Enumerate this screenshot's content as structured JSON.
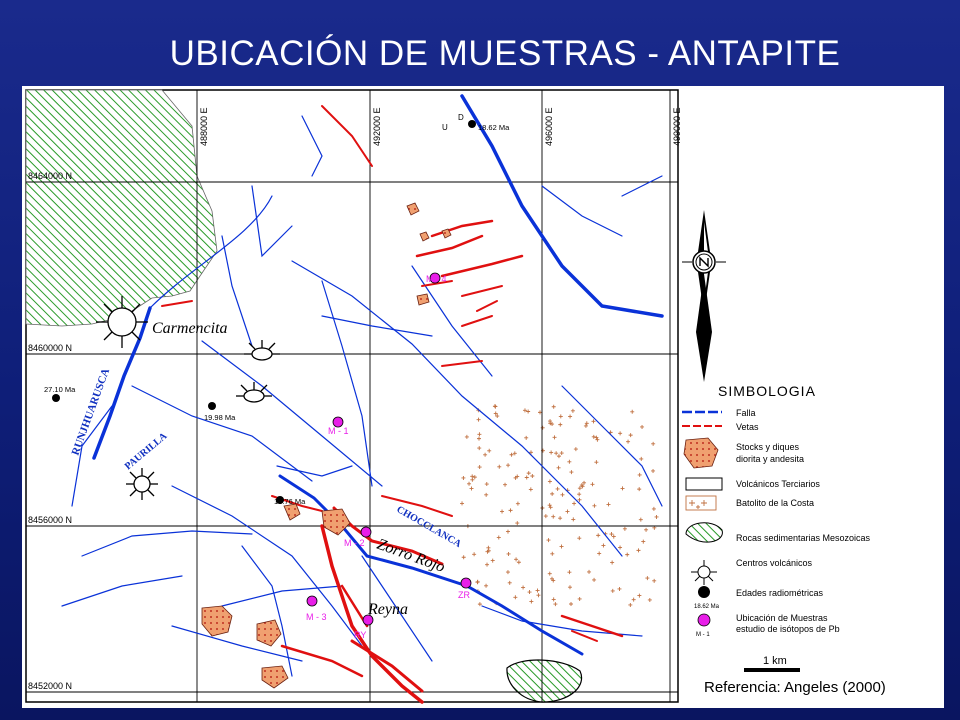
{
  "title": "UBICACIÓN DE MUESTRAS - ANTAPITE",
  "grid": {
    "eastings": [
      "488000 E",
      "492000 E",
      "496000 E",
      "499000 E"
    ],
    "northings": [
      "8464000 N",
      "8460000 N",
      "8456000 N",
      "8452000 N"
    ]
  },
  "places": {
    "carmencita": "Carmencita",
    "runjhuarusca": "RUNJHUARUSCA",
    "paurilla": "PAURILLA",
    "chocclanca": "CHOCCLANCA",
    "zorro_rojo": "Zorro Rojo",
    "reyna": "Reyna"
  },
  "samples": [
    {
      "id": "M - 1"
    },
    {
      "id": "M - 2"
    },
    {
      "id": "M - 3"
    },
    {
      "id": "M - 4"
    },
    {
      "id": "ZR"
    },
    {
      "id": "RY"
    }
  ],
  "radiometric_ages": [
    "18.62 Ma",
    "27.10 Ma",
    "19.98 Ma",
    "18.76 Ma"
  ],
  "mine_labels": [
    "D",
    "U"
  ],
  "legend": {
    "title": "SIMBOLOGIA",
    "items": [
      {
        "label": "Falla"
      },
      {
        "label": "Vetas"
      },
      {
        "label": "Stocks y diques"
      },
      {
        "label": "diorita y andesita"
      },
      {
        "label": "Volcánicos Terciarios"
      },
      {
        "label": "Batolito de la Costa"
      },
      {
        "label": "Rocas sedimentarias Mesozoicas"
      },
      {
        "label": "Centros volcánicos"
      },
      {
        "label": "Edades radiométricas"
      },
      {
        "label": "Ubicación de Muestras"
      },
      {
        "label": "estudio de isótopos de Pb"
      }
    ],
    "age_sample": "18.62 Ma",
    "sample_sample": "M - 1"
  },
  "scale_bar": "1 km",
  "reference": "Referencia: Angeles (2000)",
  "colors": {
    "fault": "#0a32d8",
    "vein": "#e01010",
    "sedimentary": "#2a9a2a",
    "sample": "#e81ee8",
    "stock": "#f0a070",
    "batholith": "#c07040",
    "background": "#14248a"
  }
}
